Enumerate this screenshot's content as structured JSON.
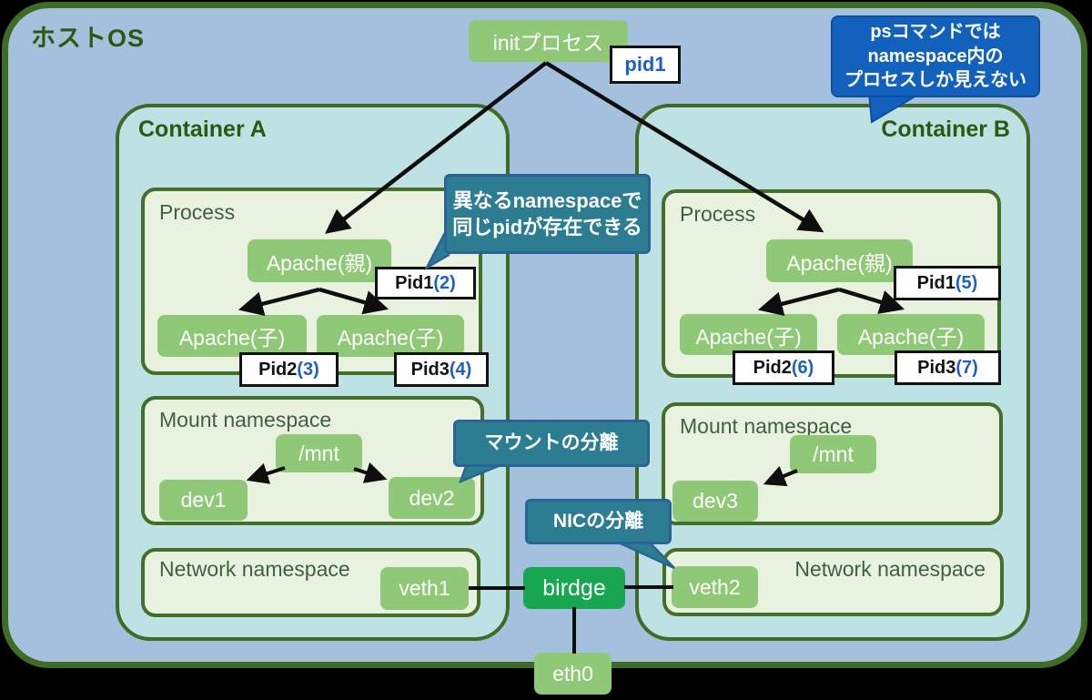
{
  "host": {
    "title": "ホストOS"
  },
  "init": {
    "label": "initプロセス",
    "pid": "pid1"
  },
  "bubbles": {
    "ps": {
      "lines": [
        "psコマンドでは",
        "namespace内の",
        "プロセスしか見えない"
      ]
    },
    "pid": {
      "lines": [
        "異なるnamespaceで",
        "同じpidが存在できる"
      ]
    },
    "mount": {
      "label": "マウントの分離"
    },
    "nic": {
      "label": "NICの分離"
    }
  },
  "containers": {
    "a": {
      "title": "Container A",
      "process": {
        "label": "Process",
        "parent": {
          "label": "Apache(親)",
          "pid_name": "Pid1",
          "pid_num": "(2)"
        },
        "child1": {
          "label": "Apache(子)",
          "pid_name": "Pid2",
          "pid_num": "(3)"
        },
        "child2": {
          "label": "Apache(子)",
          "pid_name": "Pid3",
          "pid_num": "(4)"
        }
      },
      "mount": {
        "label": "Mount namespace",
        "mnt": "/mnt",
        "dev1": "dev1",
        "dev2": "dev2"
      },
      "network": {
        "label": "Network namespace",
        "veth": "veth1"
      }
    },
    "b": {
      "title": "Container B",
      "process": {
        "label": "Process",
        "parent": {
          "label": "Apache(親)",
          "pid_name": "Pid1",
          "pid_num": "(5)"
        },
        "child1": {
          "label": "Apache(子)",
          "pid_name": "Pid2",
          "pid_num": "(6)"
        },
        "child2": {
          "label": "Apache(子)",
          "pid_name": "Pid3",
          "pid_num": "(7)"
        }
      },
      "mount": {
        "label": "Mount namespace",
        "mnt": "/mnt",
        "dev3": "dev3"
      },
      "network": {
        "label": "Network namespace",
        "veth": "veth2"
      }
    }
  },
  "network": {
    "bridge": "birdge",
    "eth": "eth0"
  },
  "colors": {
    "host_bg": "#a3c1dd",
    "container_bg": "#bee2e3",
    "panel_bg": "#e9f2de",
    "border_green": "#3e6b25",
    "node_green": "#8fc977",
    "bridge_green": "#17a751",
    "title_green": "#2b5912",
    "pid_blue": "#1e5fc2",
    "bubble_blue": "#1161bd",
    "bubble_teal": "#2c7d91",
    "arrow_black": "#0e0e0e"
  }
}
